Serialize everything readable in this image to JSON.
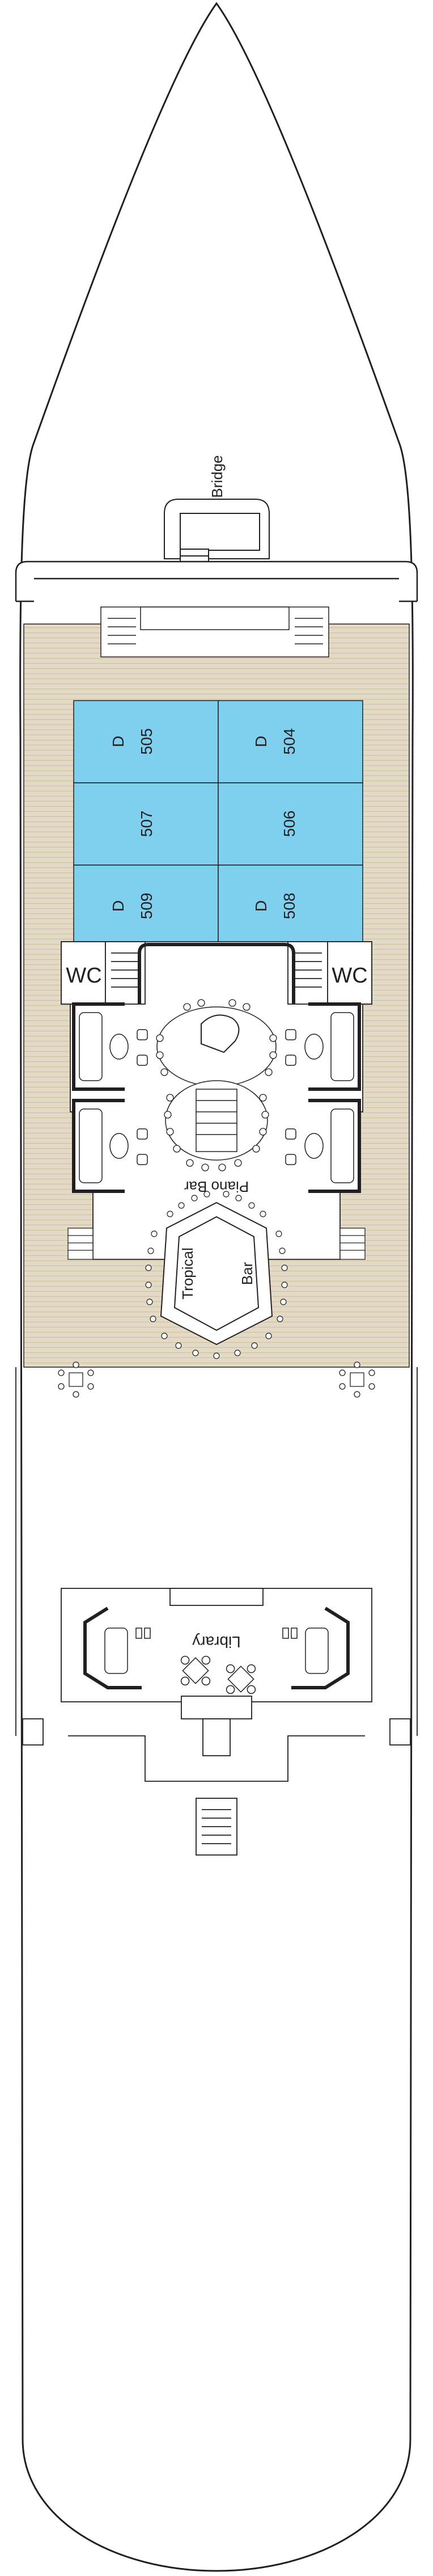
{
  "deck_plan": {
    "bridge_label": "Bridge",
    "cabins": [
      {
        "number": "505",
        "category": "D"
      },
      {
        "number": "504",
        "category": "D"
      },
      {
        "number": "507",
        "category": ""
      },
      {
        "number": "506",
        "category": ""
      },
      {
        "number": "509",
        "category": "D"
      },
      {
        "number": "508",
        "category": "D"
      }
    ],
    "wc_left": "WC",
    "wc_right": "WC",
    "piano_bar": "Piano Bar",
    "tropical": "Tropical",
    "bar": "Bar",
    "library": "Library"
  },
  "colors": {
    "deck": "#e3dac5",
    "cabin": "#7fcfee",
    "outline": "#231f20",
    "hull": "#ffffff"
  }
}
